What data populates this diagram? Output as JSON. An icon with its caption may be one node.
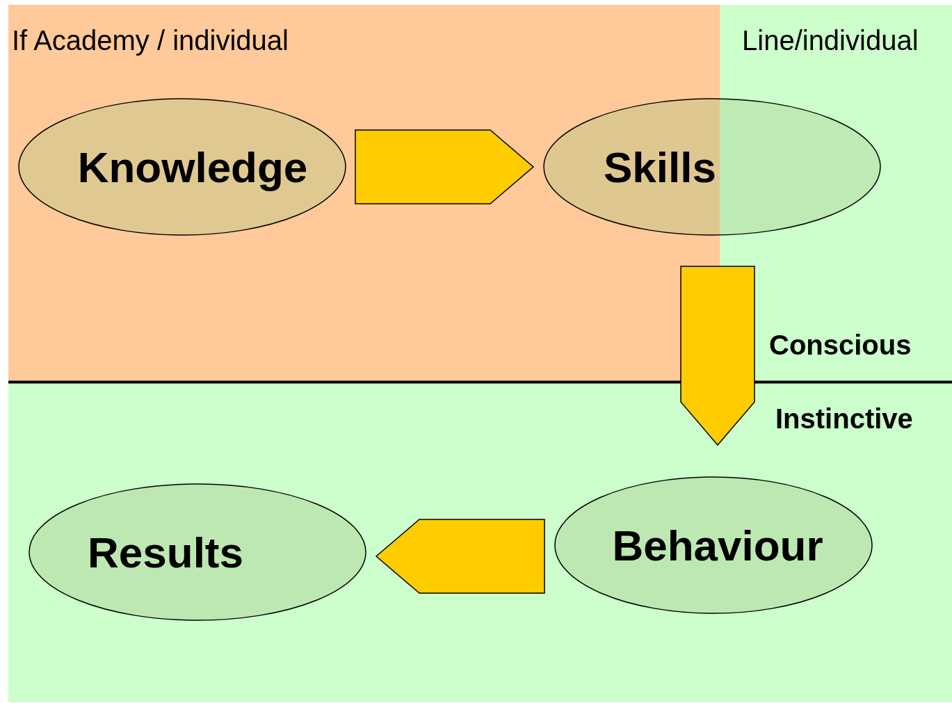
{
  "diagram": {
    "nodes": [
      {
        "text": [
          "Knowledge"
        ]
      },
      {
        "text": [
          "Skills"
        ]
      },
      {
        "text": [
          "Behaviour"
        ]
      },
      {
        "text": [
          "Results"
        ]
      }
    ],
    "edges": [
      {
        "from": 0,
        "to": 1,
        "arrow": "to"
      },
      {
        "from": 1,
        "to": 2,
        "arrow": "to"
      },
      {
        "from": 2,
        "to": 3,
        "arrow": "to"
      }
    ],
    "labels": [
      "If Academy / individual",
      "Line/individual",
      "Conscious",
      "Instinctive"
    ]
  }
}
